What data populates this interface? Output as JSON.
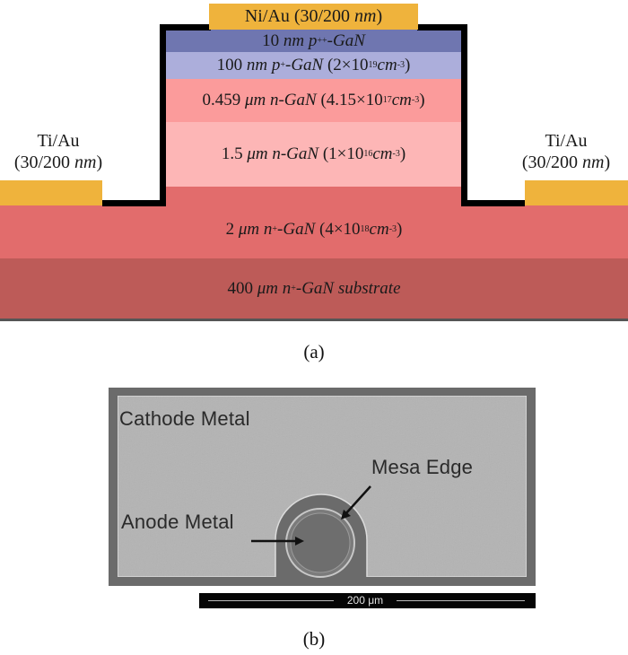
{
  "figure_a": {
    "caption": "(a)",
    "top_contact": {
      "metal": "Ni/Au",
      "thickness": "(30/200",
      "unit": "nm",
      "close": ")"
    },
    "side_contacts": [
      {
        "metal": "Ti/Au",
        "thickness": "(30/200",
        "unit": "nm",
        "close": ")"
      },
      {
        "metal": "Ti/Au",
        "thickness": "(30/200",
        "unit": "nm",
        "close": ")"
      }
    ],
    "layers": [
      {
        "thickness": "10",
        "unit": "nm",
        "type": "p",
        "doping_sup": "++",
        "material": "-GaN",
        "conc_mantissa": "",
        "conc_exp": "",
        "color": "#6f76b0"
      },
      {
        "thickness": "100",
        "unit": "nm",
        "type": "p",
        "doping_sup": "+",
        "material": "-GaN",
        "conc_mantissa": "(2×10",
        "conc_exp": "19",
        "color": "#acaedb"
      },
      {
        "thickness": "0.459",
        "unit": "μm",
        "type": "n",
        "doping_sup": "",
        "material": "-GaN",
        "conc_mantissa": "(4.15×10",
        "conc_exp": "17",
        "color": "#fb9b9b"
      },
      {
        "thickness": "1.5",
        "unit": "μm",
        "type": "n",
        "doping_sup": "",
        "material": "-GaN",
        "conc_mantissa": "(1×10",
        "conc_exp": "16",
        "color": "#fdb6b6"
      },
      {
        "thickness": "2",
        "unit": "μm",
        "type": "n",
        "doping_sup": "+",
        "material": "-GaN",
        "conc_mantissa": "(4×10",
        "conc_exp": "18",
        "color": "#e26c6c"
      },
      {
        "thickness": "400",
        "unit": "μm",
        "type": "n",
        "doping_sup": "+",
        "material": "-GaN substrate",
        "conc_mantissa": "",
        "conc_exp": "",
        "color": "#bd5b58"
      }
    ],
    "conc_unit": "cm",
    "conc_unit_exp": "-3",
    "close_paren": ")",
    "pad_color": "#efb33c"
  },
  "figure_b": {
    "caption": "(b)",
    "labels": {
      "cathode": "Cathode Metal",
      "mesa_edge": "Mesa Edge",
      "anode": "Anode Metal"
    },
    "scale_bar": "200 μm"
  }
}
